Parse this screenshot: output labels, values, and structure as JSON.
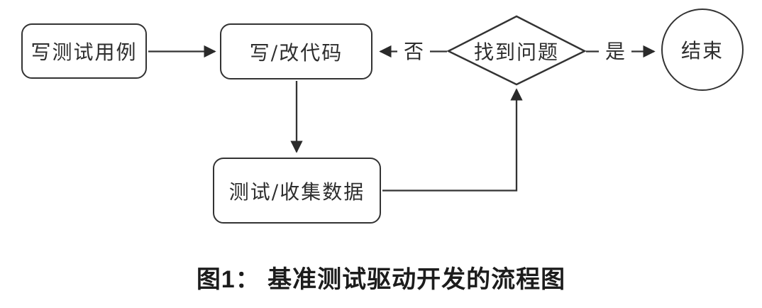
{
  "figure_caption": "图1： 基准测试驱动开发的流程图",
  "nodes": {
    "write_tests": {
      "label": "写测试用例",
      "shape": "rounded-rect"
    },
    "write_code": {
      "label": "写/改代码",
      "shape": "rounded-rect"
    },
    "test_collect": {
      "label": "测试/收集数据",
      "shape": "rounded-rect"
    },
    "decision": {
      "label": "找到问题",
      "shape": "diamond"
    },
    "end": {
      "label": "结束",
      "shape": "circle"
    }
  },
  "edges": [
    {
      "from": "write_tests",
      "to": "write_code",
      "label": ""
    },
    {
      "from": "write_code",
      "to": "test_collect",
      "label": ""
    },
    {
      "from": "test_collect",
      "to": "decision",
      "label": ""
    },
    {
      "from": "decision",
      "to": "write_code",
      "label": "否"
    },
    {
      "from": "decision",
      "to": "end",
      "label": "是"
    }
  ],
  "colors": {
    "stroke": "#333333",
    "arrowhead": "#2a2a2a",
    "node_text": "#2e2e2e",
    "caption_text": "#1c1c1c",
    "background": "#ffffff"
  }
}
